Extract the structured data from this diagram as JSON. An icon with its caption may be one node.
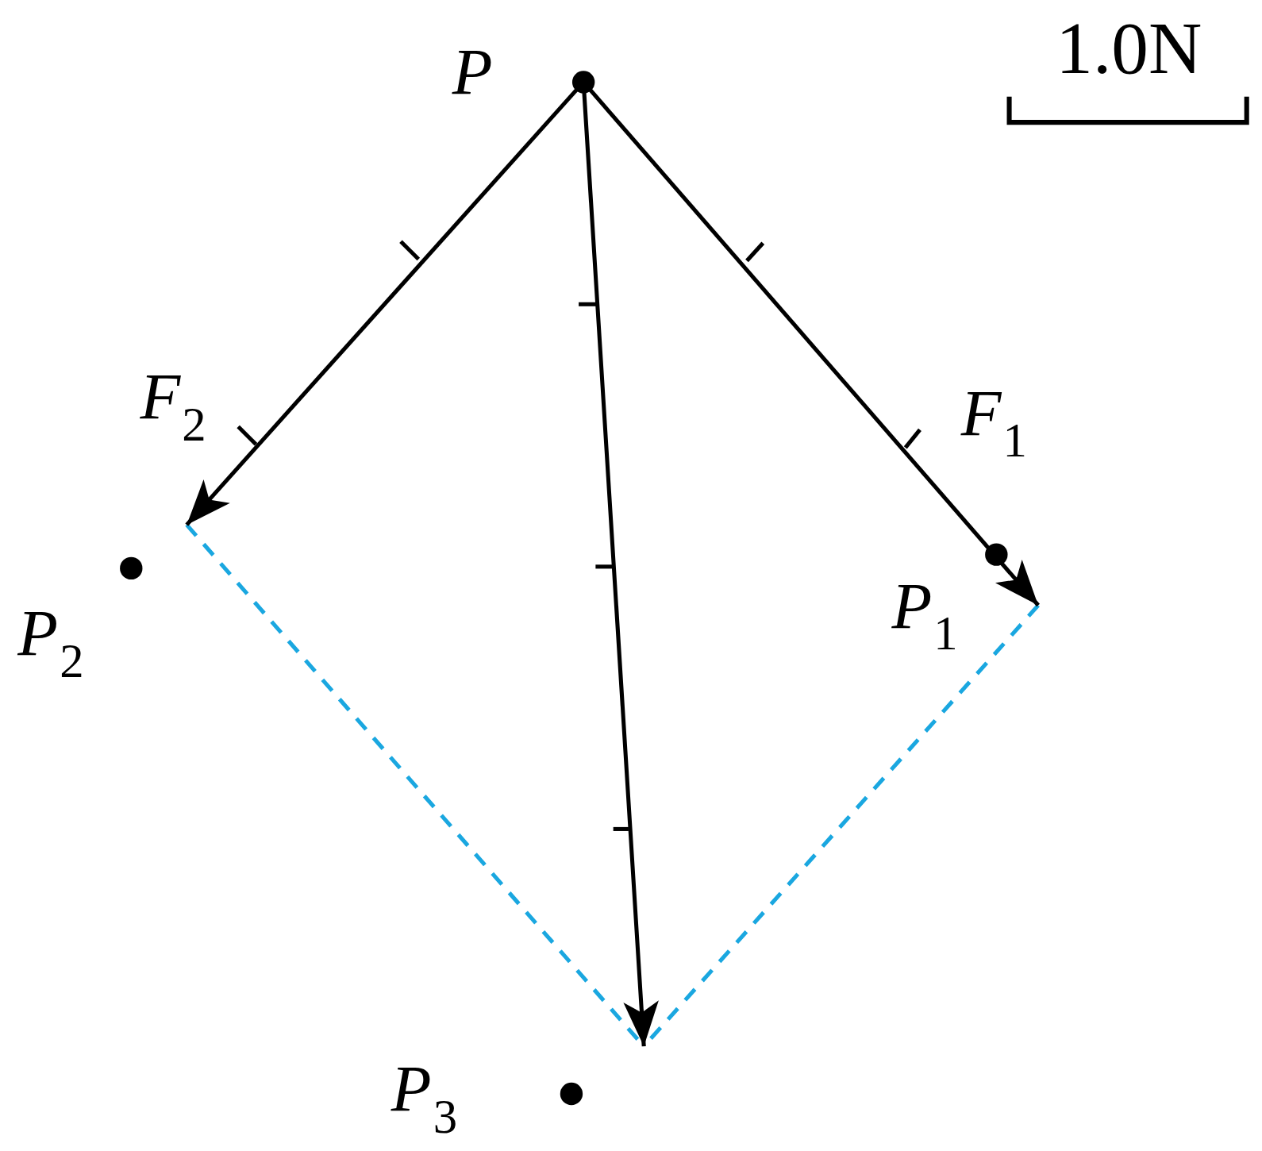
{
  "diagram": {
    "labels": [
      "P",
      "1.0N",
      "F$_{2}$",
      "F$_{1}$",
      "P$_{1}$",
      "P$_{2}$",
      "P$_{3}$"
    ]
  }
}
